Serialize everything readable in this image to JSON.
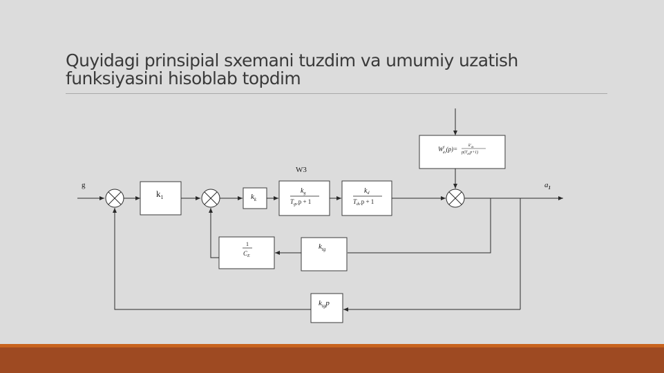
{
  "slide": {
    "title_line1": "Quyidagi prinsipial sxemani tuzdim va umumiy uzatish",
    "title_line2": "funksiyasini hisoblab topdim"
  },
  "diagram": {
    "input_label": "g",
    "output_label": "a",
    "output_sub": "1",
    "group_label": "W3",
    "k1": {
      "main": "k",
      "sub": "1"
    },
    "kk": {
      "main": "k",
      "sub": "k"
    },
    "kg_block": {
      "num": "k",
      "num_sub": "g",
      "den_T": "T",
      "den_sub": "gv",
      "den_rest": "p + 1"
    },
    "kd_block": {
      "num": "k",
      "num_sub": "d",
      "den_T": "T",
      "den_sub": "dv",
      "den_rest": "p + 1"
    },
    "disturbance": {
      "lhs": "W",
      "lhs_sup": "f",
      "lhs_sub": "dv",
      "lhs_arg": "(p)=",
      "num": "k'",
      "num_sub": "dv",
      "den": "p(T",
      "den_sub": "dv",
      "den_rest": "p+1)"
    },
    "ce_block": {
      "num": "1",
      "den": "C",
      "den_sub": "E"
    },
    "ktg_block": {
      "main": "k",
      "sub": "tg"
    },
    "ktgp_block": {
      "main": "k",
      "sub": "tg",
      "rest": "p"
    }
  },
  "colors": {
    "background": "#dcdcdc",
    "footer": "#9e4a22",
    "footer_accent": "#c8641e",
    "title": "#3a3a3a"
  }
}
